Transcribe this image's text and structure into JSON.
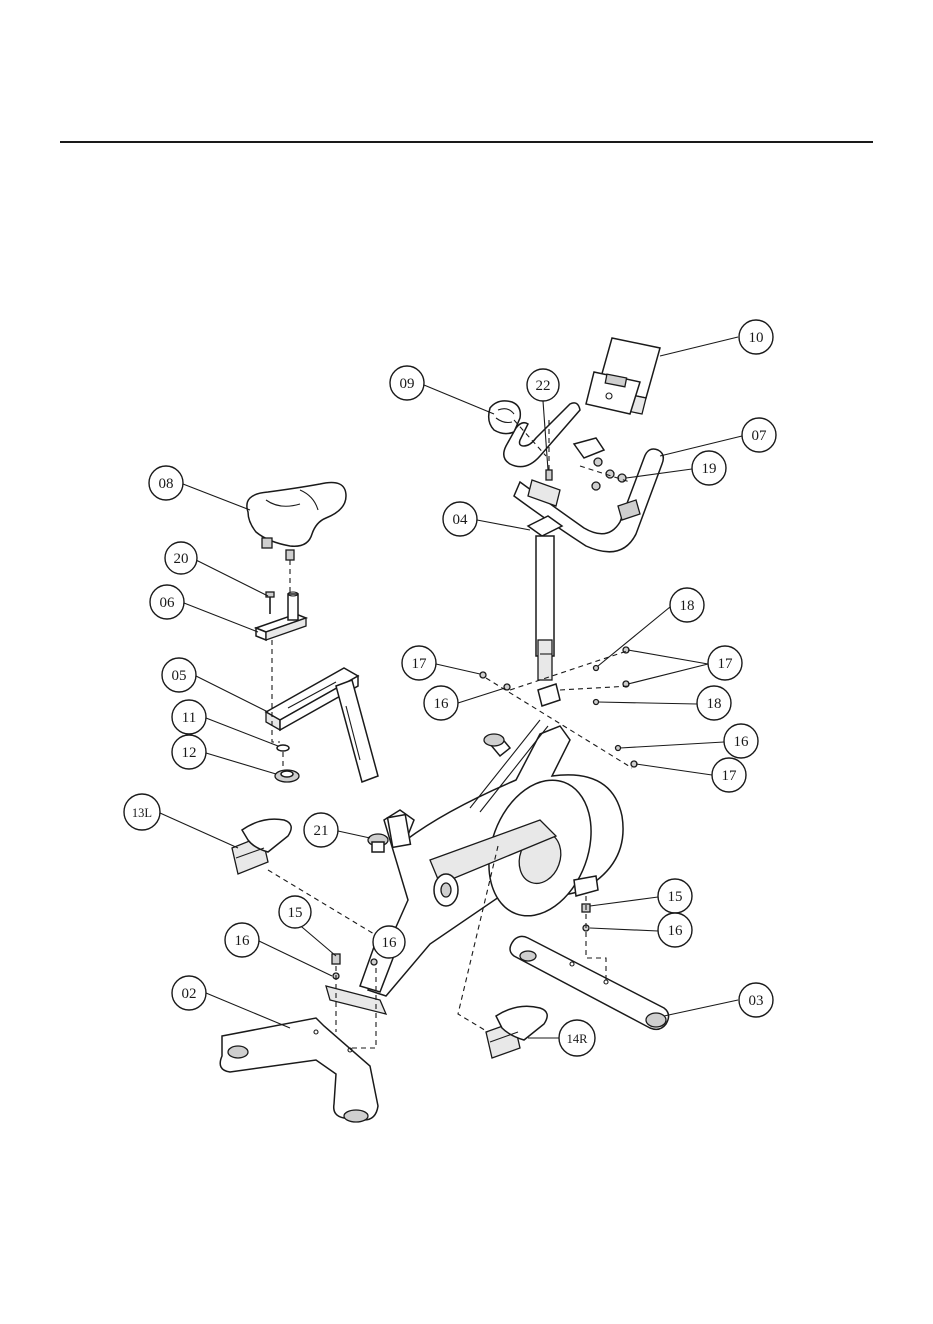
{
  "callouts": [
    {
      "id": "10",
      "label": "10"
    },
    {
      "id": "09",
      "label": "09"
    },
    {
      "id": "22",
      "label": "22"
    },
    {
      "id": "07",
      "label": "07"
    },
    {
      "id": "19",
      "label": "19"
    },
    {
      "id": "08",
      "label": "08"
    },
    {
      "id": "04",
      "label": "04"
    },
    {
      "id": "20",
      "label": "20"
    },
    {
      "id": "06",
      "label": "06"
    },
    {
      "id": "18a",
      "label": "18"
    },
    {
      "id": "17a",
      "label": "17"
    },
    {
      "id": "17b",
      "label": "17"
    },
    {
      "id": "05",
      "label": "05"
    },
    {
      "id": "16a",
      "label": "16"
    },
    {
      "id": "18b",
      "label": "18"
    },
    {
      "id": "11",
      "label": "11"
    },
    {
      "id": "16b",
      "label": "16"
    },
    {
      "id": "12",
      "label": "12"
    },
    {
      "id": "17c",
      "label": "17"
    },
    {
      "id": "13L",
      "label": "13L"
    },
    {
      "id": "21",
      "label": "21"
    },
    {
      "id": "15a",
      "label": "15"
    },
    {
      "id": "15b",
      "label": "15"
    },
    {
      "id": "16c",
      "label": "16"
    },
    {
      "id": "16d",
      "label": "16"
    },
    {
      "id": "16e",
      "label": "16"
    },
    {
      "id": "02",
      "label": "02"
    },
    {
      "id": "03",
      "label": "03"
    },
    {
      "id": "14R",
      "label": "14R"
    }
  ]
}
